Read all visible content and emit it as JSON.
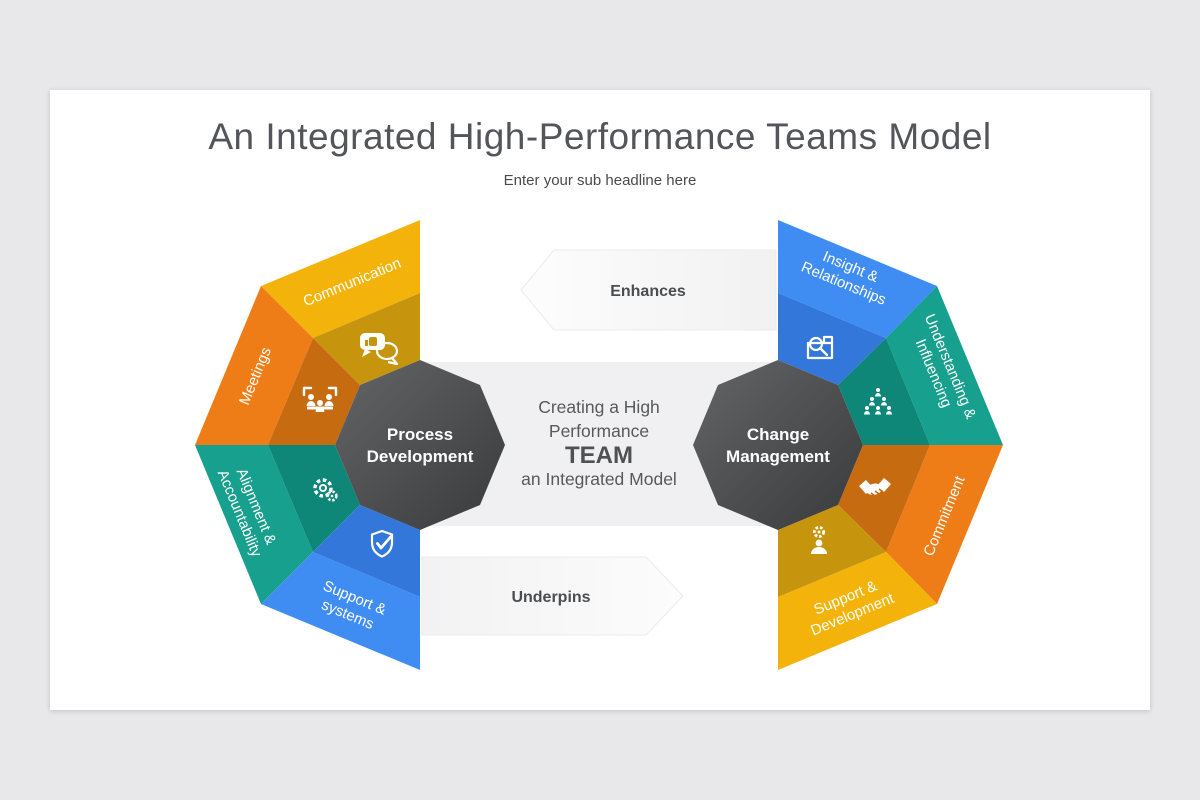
{
  "page": {
    "title": "An Integrated High-Performance Teams Model",
    "subtitle": "Enter your sub headline here"
  },
  "arrows": {
    "top_label": "Enhances",
    "bottom_label": "Underpins"
  },
  "center_text": {
    "line1": "Creating a High",
    "line2": "Performance",
    "line3": "TEAM",
    "line4": "an Integrated Model"
  },
  "left_model": {
    "core": {
      "line1": "Process",
      "line2": "Development"
    },
    "sectors": [
      {
        "label1": "Communication",
        "label2": "",
        "icon": "chat-thumbs-icon"
      },
      {
        "label1": "Meetings",
        "label2": "",
        "icon": "meeting-table-icon"
      },
      {
        "label1": "Alignment &",
        "label2": "Accountability",
        "icon": "gears-icon"
      },
      {
        "label1": "Support &",
        "label2": "systems",
        "icon": "shield-check-icon"
      }
    ]
  },
  "right_model": {
    "core": {
      "line1": "Change",
      "line2": "Management"
    },
    "sectors": [
      {
        "label1": "Insight &",
        "label2": "Relationships",
        "icon": "search-document-icon"
      },
      {
        "label1": "Understanding &",
        "label2": "Influencing",
        "icon": "hierarchy-icon"
      },
      {
        "label1": "Commitment",
        "label2": "",
        "icon": "handshake-icon"
      },
      {
        "label1": "Support &",
        "label2": "Development",
        "icon": "person-gear-icon"
      }
    ]
  },
  "colors": {
    "yellow_outer": "#F4B30A",
    "yellow_inner": "#C6950D",
    "orange_outer": "#EF7D17",
    "orange_inner": "#C76B11",
    "teal_outer": "#16A08D",
    "teal_inner": "#0E8778",
    "blue_outer": "#3F8DF2",
    "blue_inner": "#3377DB",
    "band": "#F0F0F2",
    "title_gray": "#54555A"
  }
}
